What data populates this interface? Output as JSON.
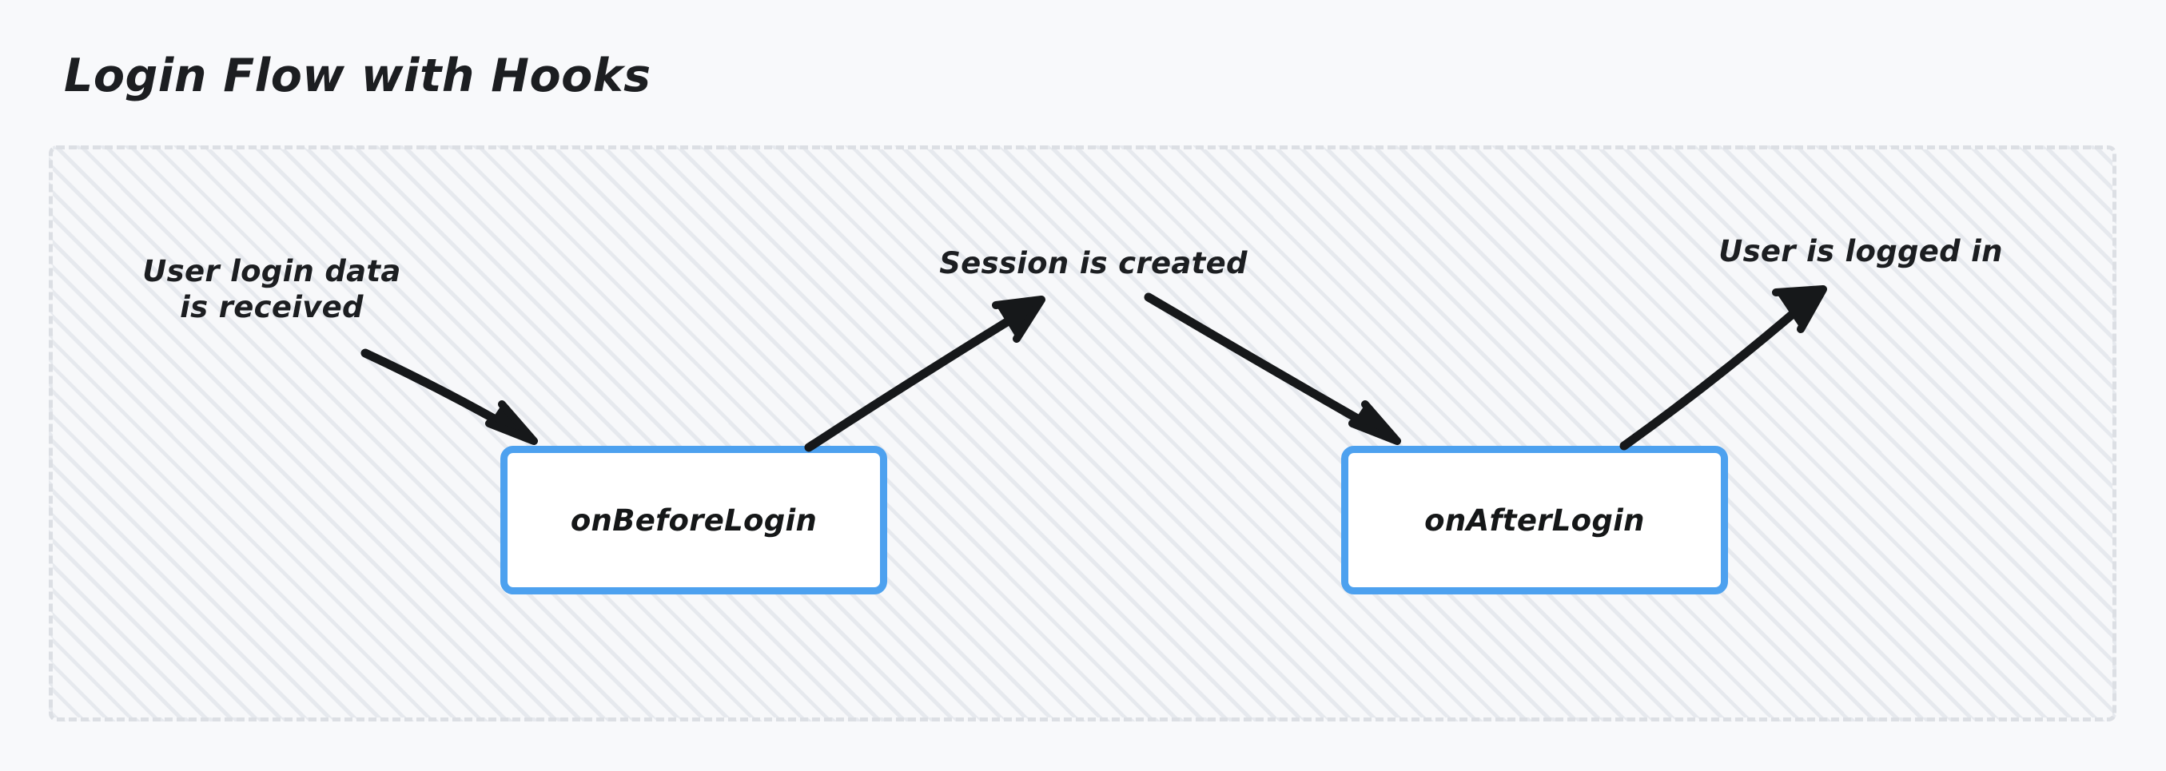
{
  "title": "Login Flow with Hooks",
  "colors": {
    "page_background": "#f8f9fb",
    "container_border": "#dcdfe4",
    "hatch_stripe": "#cdd2db",
    "node_border": "#4da1ef",
    "node_fill": "#ffffff",
    "text": "#1c1e21",
    "arrow": "#16181a"
  },
  "diagram": {
    "nodes": [
      {
        "id": "onBeforeLogin",
        "label": "onBeforeLogin"
      },
      {
        "id": "onAfterLogin",
        "label": "onAfterLogin"
      }
    ],
    "edge_labels": [
      {
        "id": "user-login-data-received",
        "text": "User login data\nis received"
      },
      {
        "id": "session-is-created",
        "text": "Session is created"
      },
      {
        "id": "user-is-logged-in",
        "text": "User is logged in"
      }
    ],
    "arrows": [
      {
        "id": "arrow-login-data-to-onbeforelogin",
        "from": "user-login-data-received",
        "to": "onBeforeLogin"
      },
      {
        "id": "arrow-onbeforelogin-to-session",
        "from": "onBeforeLogin",
        "to": "session-is-created"
      },
      {
        "id": "arrow-session-to-onafterlogin",
        "from": "session-is-created",
        "to": "onAfterLogin"
      },
      {
        "id": "arrow-onafterlogin-to-logged-in",
        "from": "onAfterLogin",
        "to": "user-is-logged-in"
      }
    ]
  }
}
